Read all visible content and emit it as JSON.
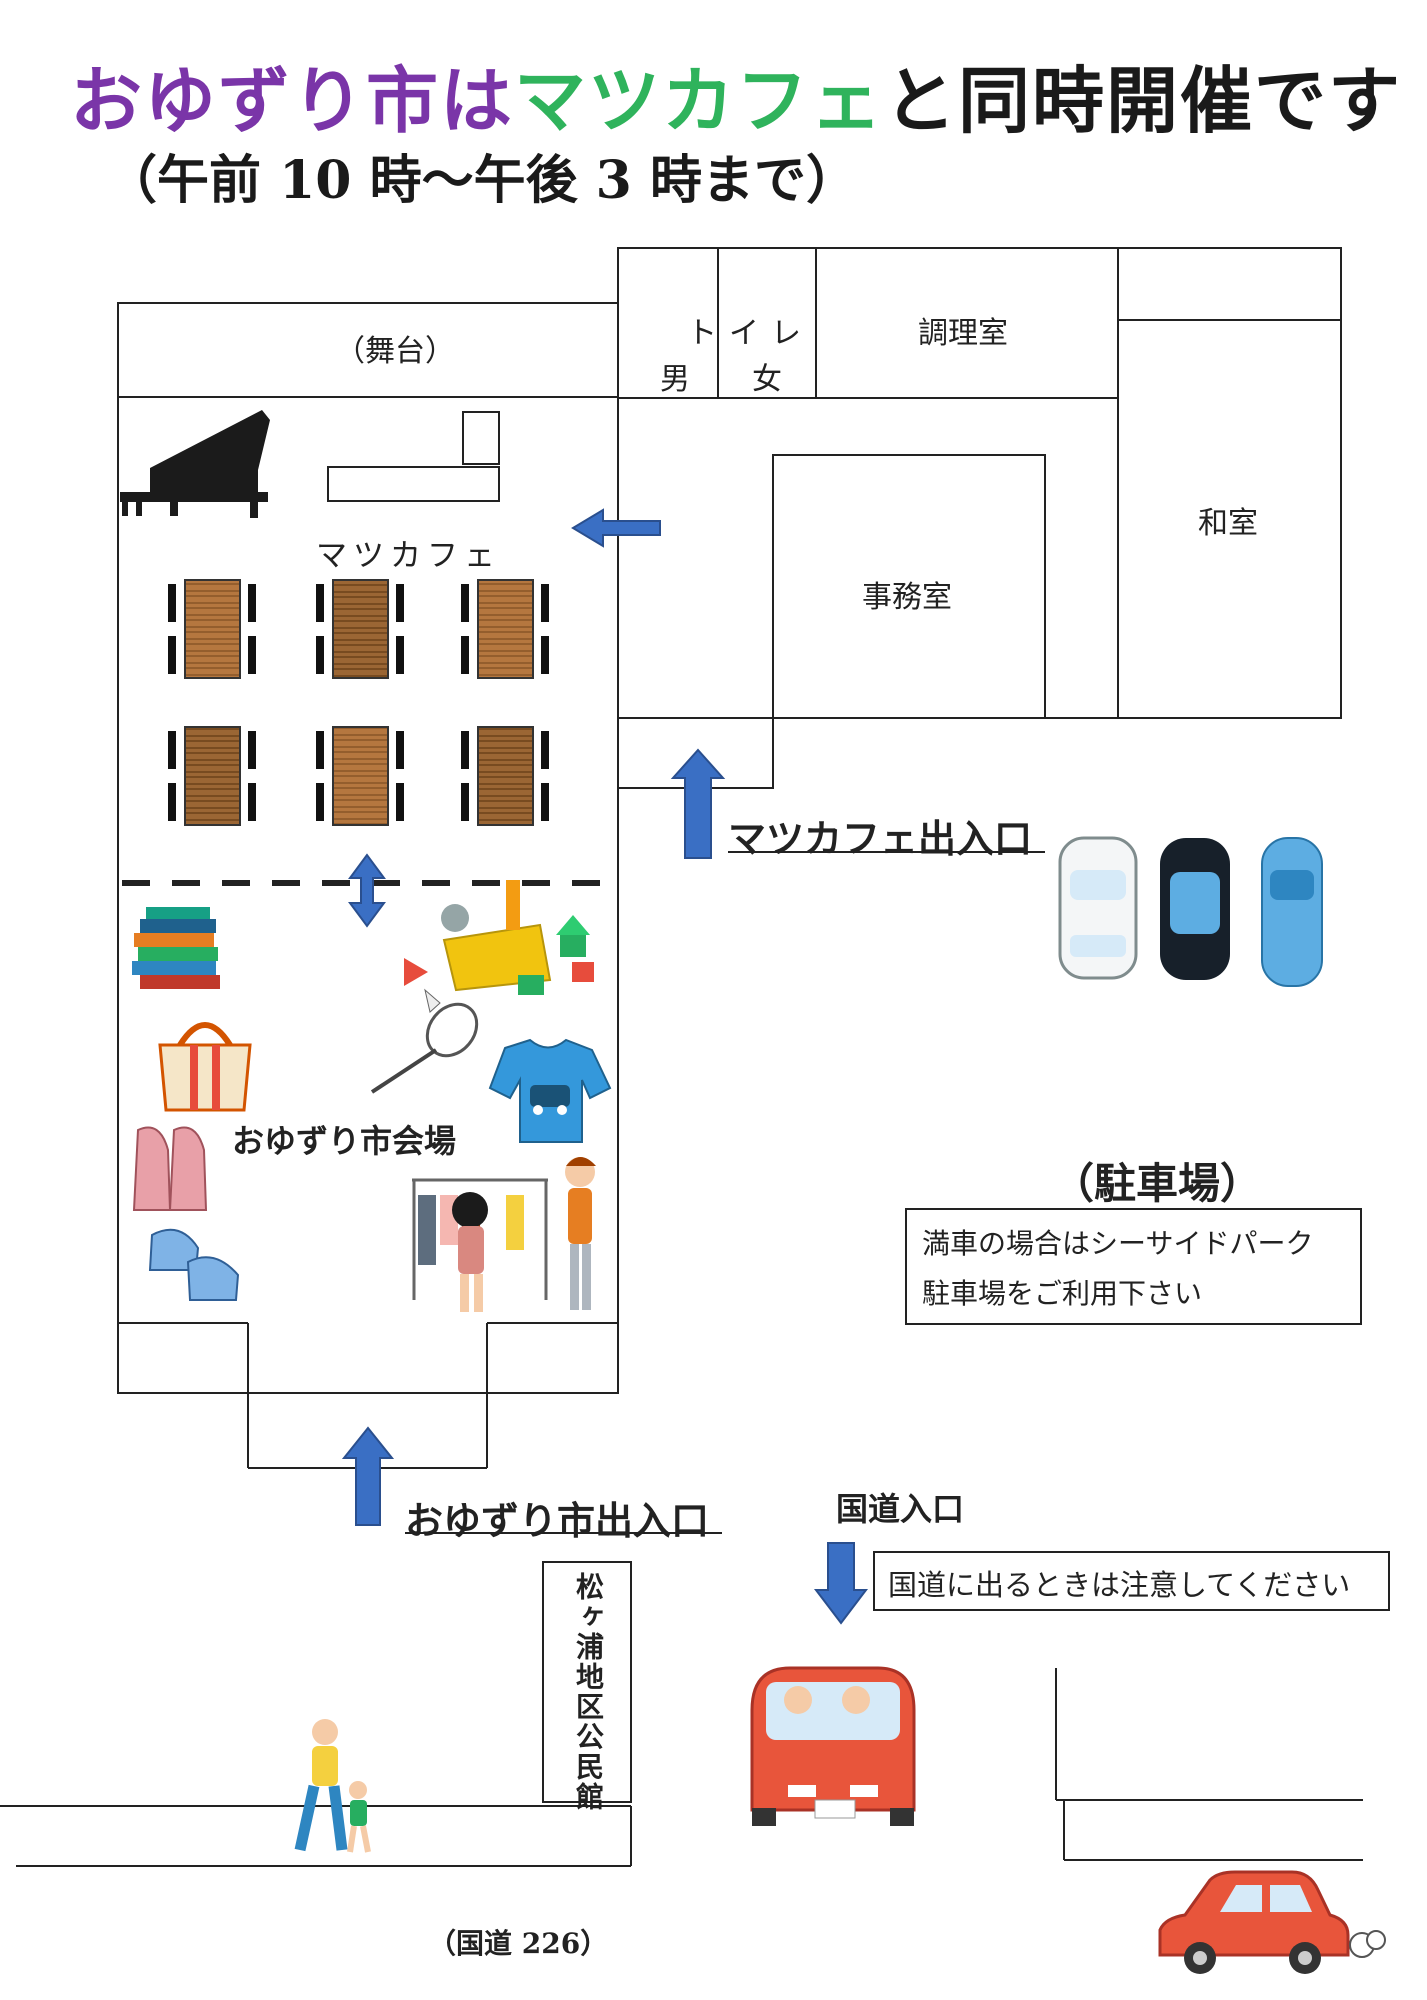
{
  "title": {
    "part1": "おゆずり市",
    "part2": "は",
    "part3": "マツカフェ",
    "part4": "と同時開催です",
    "subtitle": "（午前 10 時～午後 3 時まで）"
  },
  "colors": {
    "purple": "#7a35a8",
    "green": "#2fb35c",
    "arrow": "#3a6fc4",
    "wood": "#b5773f"
  },
  "rooms": {
    "stage": "（舞台）",
    "toilet": "トイレ",
    "toilet_male": "男",
    "toilet_female": "女",
    "kitchen": "調理室",
    "office": "事務室",
    "washitsu": "和室"
  },
  "areas": {
    "cafe": "マツカフェ",
    "market": "おゆずり市会場",
    "parking": "（駐車場）",
    "road": "（国道 226）",
    "building": "松ヶ浦地区公民館"
  },
  "entrances": {
    "cafe": "マツカフェ出入口",
    "market": "おゆずり市出入口",
    "road": "国道入口"
  },
  "notes": {
    "parking_line1": "満車の場合はシーサイドパーク",
    "parking_line2": "駐車場をご利用下さい",
    "road_caution": "国道に出るときは注意してください"
  },
  "icons": [
    "piano-icon",
    "table-icon",
    "books-icon",
    "tote-bag-icon",
    "shoes-icon",
    "sneakers-icon",
    "toy-box-icon",
    "badminton-icon",
    "tshirt-icon",
    "clothes-rack-icon",
    "parked-car-icon",
    "red-car-icon",
    "walking-people-icon"
  ]
}
